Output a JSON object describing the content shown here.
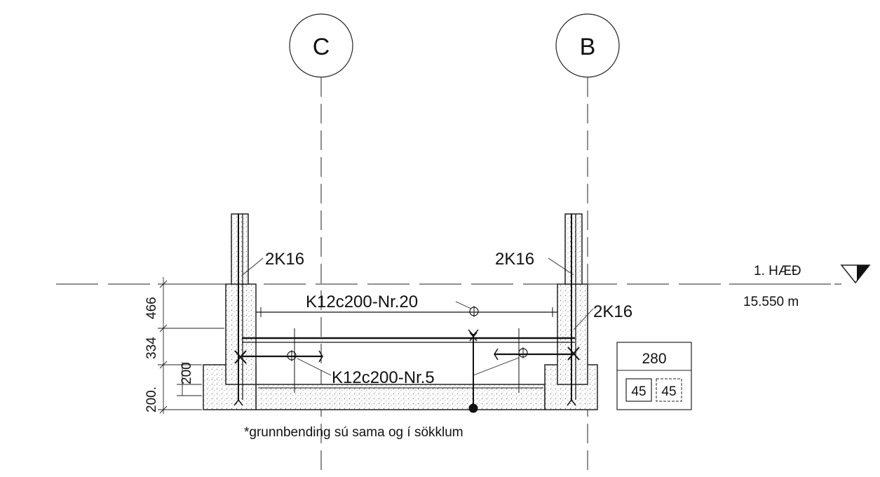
{
  "grid_lines": {
    "left": "C",
    "right": "B"
  },
  "level": {
    "name": "1. HÆÐ",
    "elevation": "15.550 m"
  },
  "rebar_labels": {
    "left_2k16": "2K16",
    "right_2k16_top": "2K16",
    "right_2k16_mid": "2K16",
    "top_bar": "K12c200-Nr.20",
    "bottom_bar": "K12c200-Nr.5"
  },
  "dimensions": {
    "d466": "466",
    "d334": "334",
    "d200": "200.",
    "d200_inner": "200"
  },
  "section_box": {
    "width": "280",
    "left_cover": "45",
    "right_cover": "45"
  },
  "note": "*grunnbending sú sama og í sökklum"
}
